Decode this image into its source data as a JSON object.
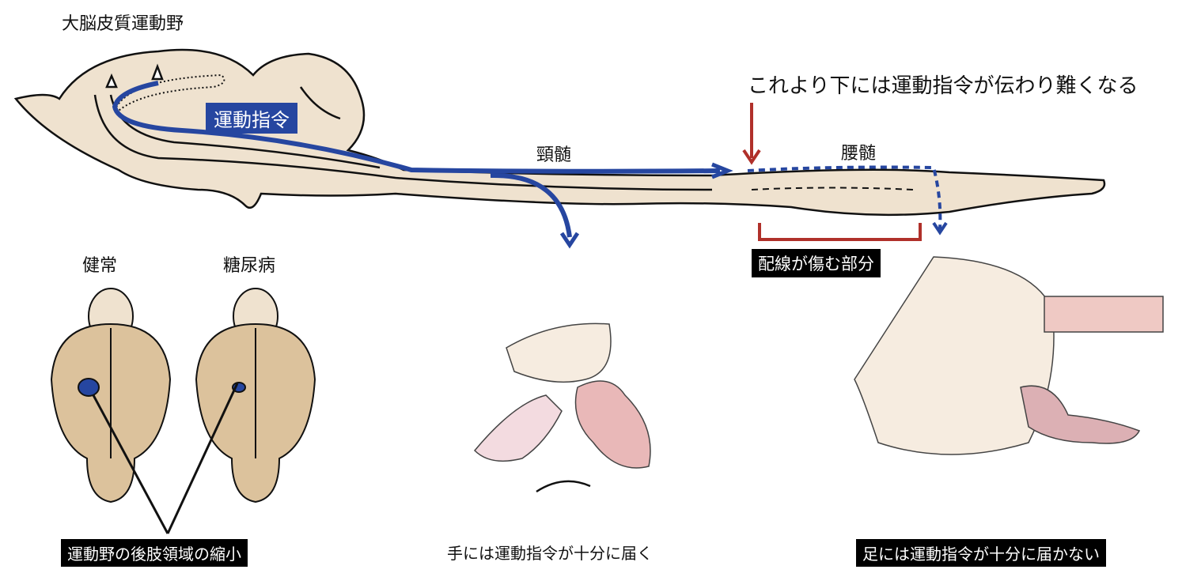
{
  "title": "大脳皮質運動野",
  "motor_command_label": "運動指令",
  "annotation_top": "これより下には運動指令が伝わり難くなる",
  "cervical_label": "頸髄",
  "lumbar_label": "腰髄",
  "damaged_wiring_label": "配線が傷む部分",
  "healthy_label": "健常",
  "diabetes_label": "糖尿病",
  "cortex_shrink_label": "運動野の後肢領域の縮小",
  "hand_label": "手には運動指令が十分に届く",
  "foot_label": "足には運動指令が十分に届かない",
  "colors": {
    "tissue": "#efe2cf",
    "brain_top": "#dcc29c",
    "pathway": "#2646a0",
    "damage": "#b0302a",
    "skin": "#efc9c4"
  }
}
